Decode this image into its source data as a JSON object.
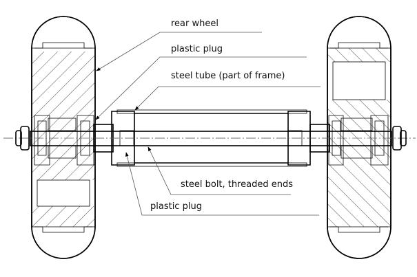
{
  "labels": {
    "rear_wheel": "rear wheel",
    "plastic_plug_top": "plastic plug",
    "steel_tube": "steel tube (part of frame)",
    "steel_bolt": "steel bolt, threaded ends",
    "plastic_plug_bottom": "plastic plug"
  }
}
